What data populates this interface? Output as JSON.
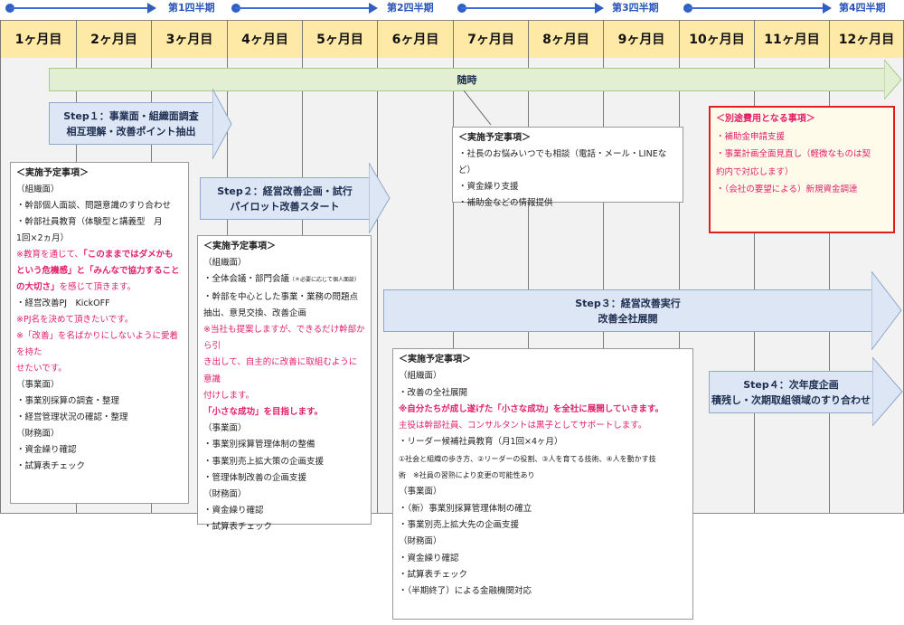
{
  "quarters": [
    "第1四半期",
    "第2四半期",
    "第3四半期",
    "第4四半期"
  ],
  "months": [
    "1ヶ月目",
    "2ヶ月目",
    "3ヶ月目",
    "4ヶ月目",
    "5ヶ月目",
    "6ヶ月目",
    "7ヶ月目",
    "8ヶ月目",
    "9ヶ月目",
    "10ヶ月目",
    "11ヶ月目",
    "12ヶ月目"
  ],
  "anytime": {
    "label": "随時"
  },
  "step1": {
    "line1": "Step１：事業面・組織面調査",
    "line2": "相互理解・改善ポイント抽出"
  },
  "step2": {
    "line1": "Step２：経営改善企画・試行",
    "line2": "パイロット改善スタート"
  },
  "step3": {
    "line1": "Step３：経営改善実行",
    "line2": "改善全社展開"
  },
  "step4": {
    "line1": "Step４：次年度企画",
    "line2": "積残し・次期取組領域のすり合わせ"
  },
  "box1": {
    "title": "＜実施予定事項＞",
    "l1": "（組織面）",
    "l2": "・幹部個人面談、問題意識のすり合わせ",
    "l3": "・幹部社員教育（体験型と講義型　月",
    "l4": "1回×2ヵ月）",
    "r1a": "※教育を通じて、",
    "r1b": "「このままではダメかも",
    "r2": "という危機感」と「みんなで協力すること",
    "r3a": "の大切さ」",
    "r3b": "を感じて頂きます。",
    "l5": "・経営改善PJ　KickOFF",
    "r4": "※PJ名を決めて頂きたいです。",
    "r5": "※「改善」を名ばかりにしないように愛着を持た",
    "r6": "せたいです。",
    "l6": "（事業面）",
    "l7": "・事業別採算の調査・整理",
    "l8": "・経営管理状況の確認・整理",
    "l9": "（財務面）",
    "l10": "・資金繰り確認",
    "l11": "・試算表チェック"
  },
  "box2": {
    "title": "＜実施予定事項＞",
    "l1": "（組織面）",
    "l2": "・全体会議・部門会議",
    "l2s": "（＊必要に応じて個人面談）",
    "l3": "・幹部を中心とした事業・業務の問題点",
    "l4": "抽出、意見交換、改善企画",
    "r1": "※当社も提案しますが、できるだけ幹部から引",
    "r2": "き出して、自主的に改善に取組むように意識",
    "r3": "付けします。",
    "r4": "「小さな成功」を目指します。",
    "l5": "（事業面）",
    "l6": "・事業別採算管理体制の整備",
    "l7": "・事業別売上拡大策の企画支援",
    "l8": "・管理体制改善の企画支援",
    "l9": "（財務面）",
    "l10": "・資金繰り確認",
    "l11": "・試算表チェック"
  },
  "box3": {
    "title": "＜実施予定事項＞",
    "l1": "・社長のお悩みいつでも相談（電話・メール・LINEなど）",
    "l2": "・資金繰り支援",
    "l3": "・補助金などの情報提供"
  },
  "box4": {
    "title": "＜実施予定事項＞",
    "l1": "（組織面）",
    "l2": "・改善の全社展開",
    "r1": "※自分たちが成し遂げた「小さな成功」を全社に展開していきます。",
    "r2": "主役は幹部社員、コンサルタントは黒子としてサポートします。",
    "l3": "・リーダー候補社員教育（月1回×4ヶ月）",
    "l4": "①社会と組織の歩き方、②リーダーの役割、③人を育てる技術、④人を動かす技",
    "l5": "術　※社員の習熟により変更の可能性あり",
    "l6": "（事業面）",
    "l7": "・（新）事業別採算管理体制の確立",
    "l8": "・事業別売上拡大先の企画支援",
    "l9": "（財務面）",
    "l10": "・資金繰り確認",
    "l11": "・試算表チェック",
    "l12": "・（半期終了）による金融機関対応"
  },
  "box5": {
    "title": "＜別途費用となる事項＞",
    "l1": "・補助金申請支援",
    "l2": "・事業計画全面見直し（軽微なものは契",
    "l3": "約内で対応します）",
    "l4": "・（会社の要望による）新規資金調達"
  }
}
